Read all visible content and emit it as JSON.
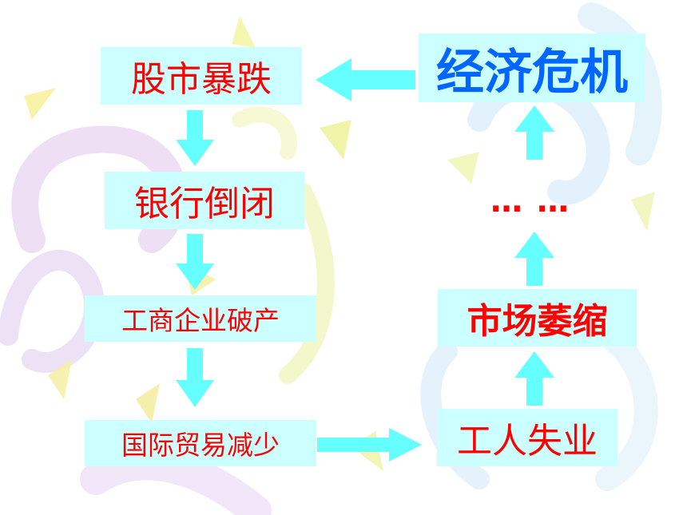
{
  "diagram": {
    "nodes": {
      "stock_crash": "股市暴跌",
      "bank_closure": "银行倒闭",
      "business_bankruptcy": "工商企业破产",
      "trade_decline": "国际贸易减少",
      "unemployment": "工人失业",
      "market_shrink": "市场萎缩",
      "economic_crisis": "经济危机"
    },
    "ellipsis": "… …"
  },
  "colors": {
    "box_fill": "#ccffff",
    "arrow": "#66ffff",
    "text_red": "#ff0000",
    "text_blue": "#0066ff"
  }
}
